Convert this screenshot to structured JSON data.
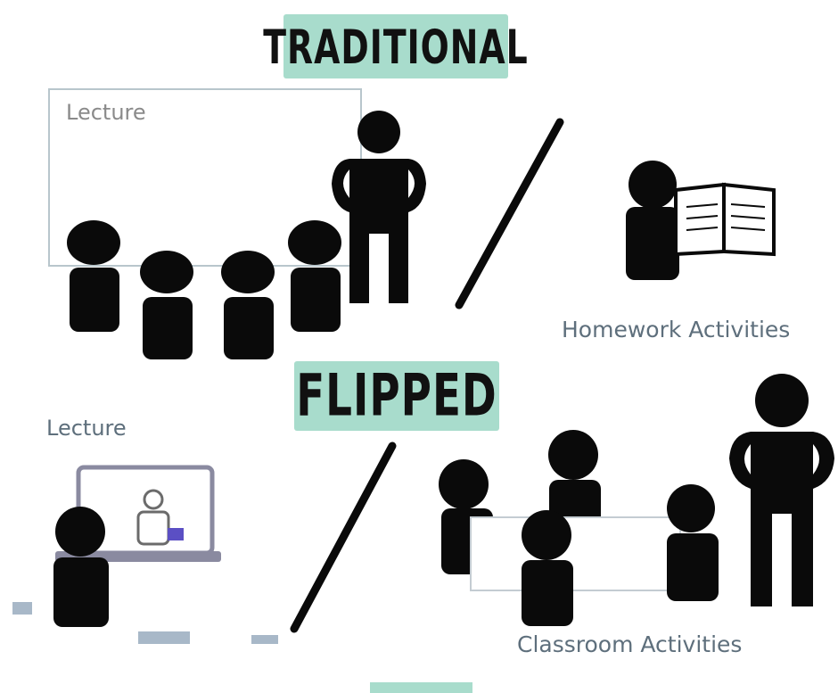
{
  "traditional": {
    "title": "TRADITIONAL",
    "lecture_label": "Lecture",
    "homework_label": "Homework Activities"
  },
  "flipped": {
    "title": "FLIPPED",
    "lecture_label": "Lecture",
    "classroom_label": "Classroom Activities"
  },
  "colors": {
    "banner": "#a8dccc",
    "figure": "#0a0a0a",
    "label": "#5e6f7c",
    "laptop_frame": "#8a8aa0",
    "accent": "#5b4fc4"
  }
}
